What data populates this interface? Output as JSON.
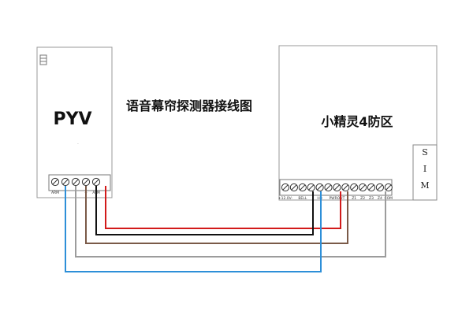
{
  "diagram": {
    "title": "语音幕帘探测器接线图",
    "left_device": {
      "label": "PYV",
      "terminal_count": 5,
      "terminal_labels": [
        "ARM",
        "",
        "-",
        "+",
        "ALM"
      ]
    },
    "right_device": {
      "label": "小精灵4防区",
      "sim_label": "SIM",
      "terminal_count": 13,
      "terminal_labels": [
        "+12.0V-",
        "",
        "BELL",
        "",
        "HB",
        "",
        "PWROUT",
        "",
        "Z1",
        "Z2",
        "Z3",
        "Z4",
        "COM"
      ]
    },
    "wires": [
      {
        "name": "red",
        "color": "#d21a1a"
      },
      {
        "name": "black",
        "color": "#111111"
      },
      {
        "name": "brown",
        "color": "#7a5a48"
      },
      {
        "name": "gray",
        "color": "#9c9c9c"
      },
      {
        "name": "blue",
        "color": "#2d8fd8"
      }
    ]
  }
}
